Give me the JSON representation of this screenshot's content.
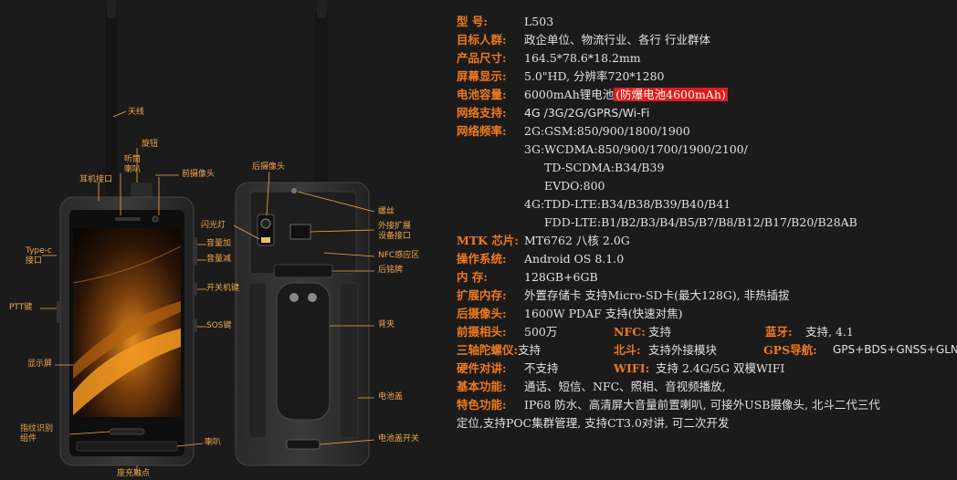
{
  "callouts": {
    "antenna": "天线",
    "knob": "旋钮",
    "earpiece_speaker": "听筒\n喇叭",
    "headphone_port": "耳机接口",
    "front_camera": "前摄像头",
    "typec_port": "Type-c\n接口",
    "volume_up": "音量加",
    "volume_down": "音量减",
    "ptt_key": "PTT键",
    "power_key": "开关机键",
    "sos_key": "SOS键",
    "display": "显示屏",
    "fingerprint": "指纹识别\n组件",
    "speaker": "喇叭",
    "cradle_contacts": "座充触点",
    "rear_camera": "后摄像头",
    "flashlight": "闪光灯",
    "screw": "螺丝",
    "ext_port": "外接扩展\n设备接口",
    "nfc_area": "NFC感应区",
    "nameplate": "后铭牌",
    "back_clip": "背夹",
    "battery_cover": "电池盖",
    "battery_cover_switch": "电池盖开关"
  },
  "specs": {
    "model_label": "型    号:",
    "model_value": "L503",
    "target_label": "目标人群:",
    "target_value": "政企单位、物流行业、各行 行业群体",
    "size_label": "产品尺寸:",
    "size_value": "164.5*78.6*18.2mm",
    "screen_label": "屏幕显示:",
    "screen_value": "5.0\"HD, 分辨率720*1280",
    "battery_label": "电池容量:",
    "battery_value": "6000mAh锂电池",
    "battery_highlight": "(防爆电池4600mAh)",
    "network_label": "网络支持:",
    "network_value": "4G /3G/2G/GPRS/Wi-Fi",
    "freq_label": "网络频率:",
    "freq_2g": "2G:GSM:850/900/1800/1900",
    "freq_3g_a": "3G:WCDMA:850/900/1700/1900/2100/",
    "freq_3g_b": "TD-SCDMA:B34/B39",
    "freq_3g_c": "EVDO:800",
    "freq_4g_a": "4G:TDD-LTE:B34/B38/B39/B40/B41",
    "freq_4g_b": "FDD-LTE:B1/B2/B3/B4/B5/B7/B8/B12/B17/B20/B28AB",
    "cpu_label": "MTK 芯片:",
    "cpu_value": "MT6762 八核 2.0G",
    "os_label": "操作系统:",
    "os_value": "Android OS 8.1.0",
    "mem_label": "内    存:",
    "mem_value": "128GB+6GB",
    "ext_label": "扩展内存:",
    "ext_value": "外置存储卡 支持Micro-SD卡(最大128G), 非热插拔",
    "rear_label": "后摄像头:",
    "rear_value": "1600W PDAF 支持(快速对焦)",
    "front_label": "前摄相头:",
    "front_value": "500万",
    "nfc_label": "NFC:",
    "nfc_value": "支持",
    "bt_label": "蓝牙:",
    "bt_value": "支持, 4.1",
    "gyro_label": "三轴陀螺仪:",
    "gyro_value": "支持",
    "beidou_label": "北斗:",
    "beidou_value": "支持外接模块",
    "gps_label": "GPS导航:",
    "gps_value": "GPS+BDS+GNSS+GLN",
    "hwtalk_label": "硬件对讲:",
    "hwtalk_value": "不支持",
    "wifi_label": "WIFI:",
    "wifi_value": "支持 2.4G/5G 双模WIFI",
    "basic_label": "基本功能:",
    "basic_value": "通话、短信、NFC、照相、音视频播放,",
    "feature_label": "特色功能:",
    "feature_value": "IP68 防水、高清屏大音量前置喇叭, 可接外USB摄像头, 北斗二代三代",
    "feature_value2": "定位,支持POC集群管理, 支持CT3.0对讲, 可二次开发"
  }
}
